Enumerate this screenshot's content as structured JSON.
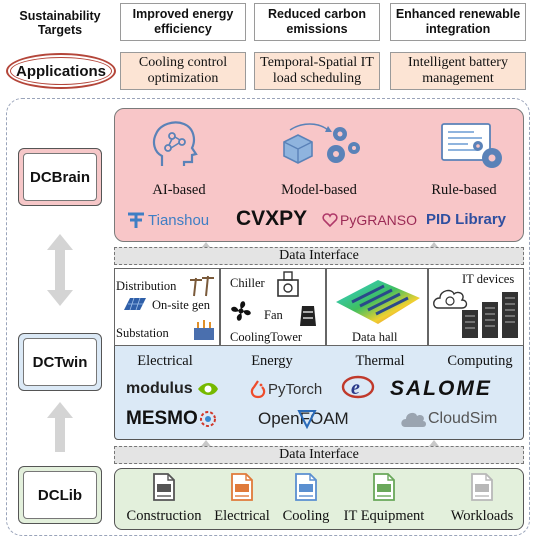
{
  "targets": {
    "heading": "Sustainability Targets",
    "items": [
      "Improved energy efficiency",
      "Reduced carbon emissions",
      "Enhanced renewable integration"
    ]
  },
  "applications": {
    "heading": "Applications",
    "items": [
      "Cooling control optimization",
      "Temporal-Spatial IT load scheduling",
      "Intelligent battery management"
    ]
  },
  "dcbrain": {
    "label": "DCBrain",
    "methods": [
      "AI-based",
      "Model-based",
      "Rule-based"
    ],
    "tools": [
      "Tianshou",
      "CVXPY",
      "PyGRANSO",
      "PID Library"
    ]
  },
  "data_interface": "Data Interface",
  "dctwin": {
    "label": "DCTwin",
    "components": {
      "distribution": "Distribution",
      "onsite_gen": "On-site gen",
      "substation": "Substation",
      "chiller": "Chiller",
      "fan": "Fan",
      "cooling_tower": "CoolingTower",
      "data_hall": "Data hall",
      "it_devices": "IT devices"
    },
    "domains": [
      "Electrical",
      "Energy",
      "Thermal",
      "Computing"
    ],
    "tools": [
      "modulus",
      "PyTorch",
      "SALOME",
      "MESMO",
      "OpenFOAM",
      "CloudSim"
    ]
  },
  "dclib": {
    "label": "DCLib",
    "libraries": [
      "Construction",
      "Electrical",
      "Cooling",
      "IT Equipment",
      "Workloads"
    ],
    "colors": [
      "#555555",
      "#e07a3a",
      "#5a8fd0",
      "#6aa85a",
      "#b8b8b8"
    ]
  }
}
